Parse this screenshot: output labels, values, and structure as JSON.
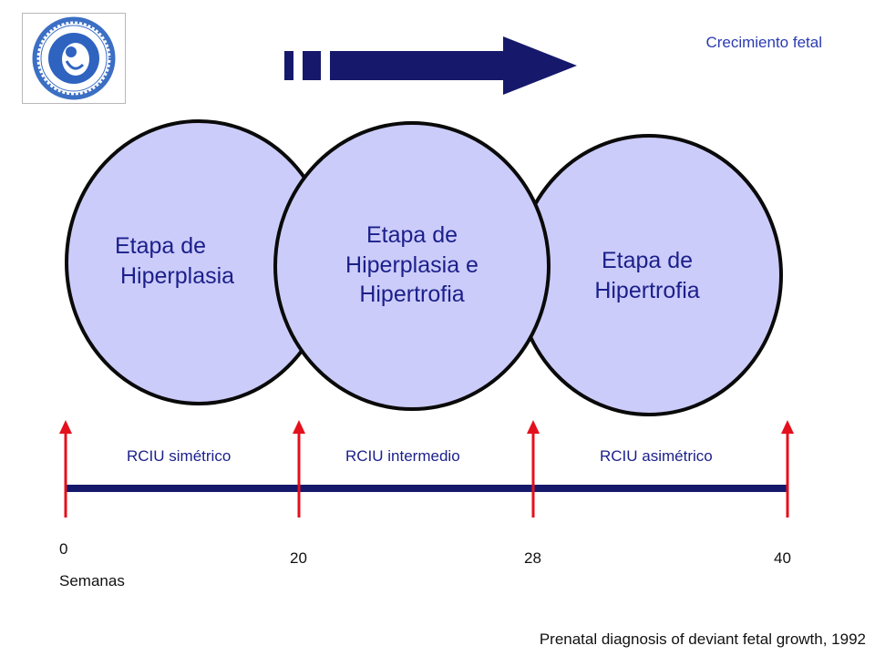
{
  "header": {
    "caption": "Crecimiento fetal"
  },
  "stages": [
    {
      "line1": "Etapa de",
      "line2": "Hiperplasia",
      "line3": ""
    },
    {
      "line1": "Etapa de",
      "line2": "Hiperplasia e",
      "line3": "Hipertrofia"
    },
    {
      "line1": "Etapa de",
      "line2": "Hipertrofia",
      "line3": ""
    }
  ],
  "timeline": {
    "ranges": [
      "RCIU simétrico",
      "RCIU intermedio",
      "RCIU asimétrico"
    ],
    "ticks": [
      "0",
      "20",
      "28",
      "40"
    ],
    "unit_label": "Semanas"
  },
  "source": "Prenatal diagnosis of deviant fetal growth, 1992",
  "colors": {
    "circle_fill": "#ccccfa",
    "circle_stroke": "#0a0a0a",
    "navy": "#16196b",
    "arrow_red": "#e4101c",
    "text_blue": "#1b1f8a",
    "caption_blue": "#2b3bb0"
  },
  "icons": {
    "logo": "medical-unit-seal-icon",
    "growth_arrow": "arrow-right-icon"
  }
}
